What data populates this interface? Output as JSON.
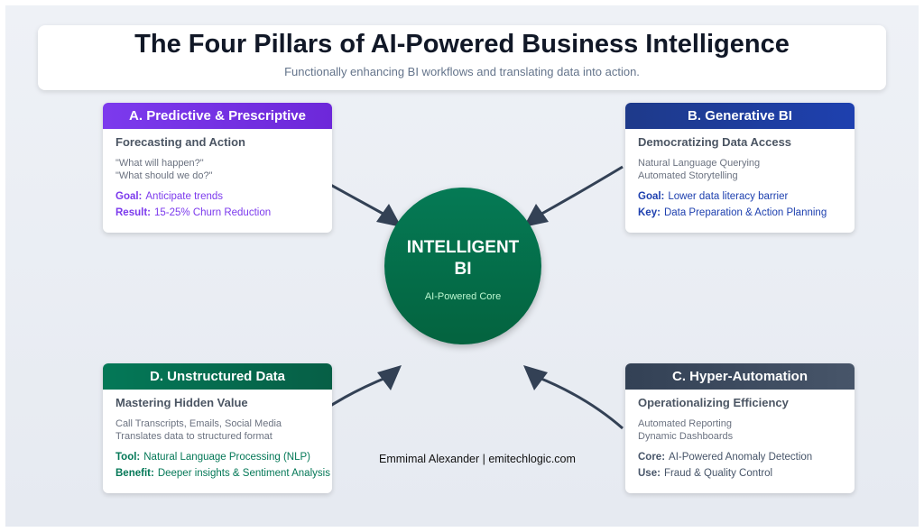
{
  "header": {
    "title": "The Four Pillars of AI-Powered Business Intelligence",
    "subtitle": "Functionally enhancing BI workflows and translating data into action."
  },
  "core": {
    "title": "INTELLIGENT BI",
    "subtitle": "AI-Powered Core",
    "color": "#05704b"
  },
  "pillars": [
    {
      "title": "A. Predictive & Prescriptive",
      "subtitle": "Forecasting and Action",
      "desc": [
        "\"What will happen?\"",
        "\"What should we do?\""
      ],
      "rows": [
        {
          "label": "Goal:",
          "value": "Anticipate trends"
        },
        {
          "label": "Result:",
          "value": "15-25% Churn Reduction"
        }
      ],
      "color": "#7c3aed"
    },
    {
      "title": "B. Generative BI",
      "subtitle": "Democratizing Data Access",
      "desc": [
        "Natural Language Querying",
        "Automated Storytelling"
      ],
      "rows": [
        {
          "label": "Goal:",
          "value": "Lower data literacy barrier"
        },
        {
          "label": "Key:",
          "value": "Data Preparation & Action Planning"
        }
      ],
      "color": "#1e40af"
    },
    {
      "title": "C. Hyper-Automation",
      "subtitle": "Operationalizing Efficiency",
      "desc": [
        "Automated Reporting",
        "Dynamic Dashboards"
      ],
      "rows": [
        {
          "label": "Core:",
          "value": "AI-Powered Anomaly Detection"
        },
        {
          "label": "Use:",
          "value": "Fraud & Quality Control"
        }
      ],
      "color": "#475569"
    },
    {
      "title": "D. Unstructured Data",
      "subtitle": "Mastering Hidden Value",
      "desc": [
        "Call Transcripts, Emails, Social Media",
        "Translates data to structured format"
      ],
      "rows": [
        {
          "label": "Tool:",
          "value": "Natural Language Processing (NLP)"
        },
        {
          "label": "Benefit:",
          "value": "Deeper insights & Sentiment Analysis"
        }
      ],
      "color": "#047857"
    }
  ],
  "credit": "Emmimal Alexander | emitechlogic.com"
}
